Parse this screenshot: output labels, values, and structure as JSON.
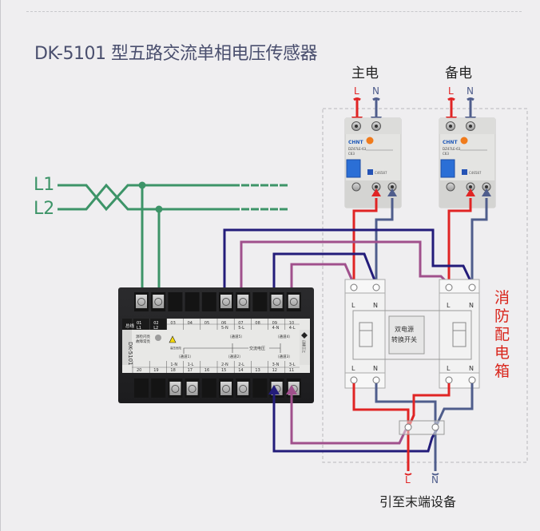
{
  "title": "DK-5101 型五路交流单相电压传感器",
  "colors": {
    "background": "#efeef0",
    "live_wire": "#e02424",
    "neutral_wire": "#4f5d8c",
    "bus_wire": "#3d9468",
    "channel_n_wire": "#231c7a",
    "channel_l_wire": "#a0508c",
    "cabinet_label": "#d9261c"
  },
  "bus": {
    "l1_label": "L1",
    "l2_label": "L2"
  },
  "sources": {
    "main": {
      "label": "主电",
      "l": "L",
      "n": "N"
    },
    "backup": {
      "label": "备电",
      "l": "L",
      "n": "N"
    }
  },
  "breaker": {
    "brand": "CHNT",
    "model": "DZ47LE-63",
    "rating": "C63",
    "label2": "C46587"
  },
  "sensor": {
    "model": "DK-5101",
    "bus_label": "总线",
    "top_terminals": [
      {
        "num": "01",
        "sub": "L1"
      },
      {
        "num": "02",
        "sub": "L2"
      },
      {
        "num": "03",
        "sub": ""
      },
      {
        "num": "04",
        "sub": ""
      },
      {
        "num": "05",
        "sub": ""
      },
      {
        "num": "06",
        "sub": "5-N"
      },
      {
        "num": "07",
        "sub": "5-L"
      },
      {
        "num": "08",
        "sub": ""
      },
      {
        "num": "09",
        "sub": "4-N"
      },
      {
        "num": "10",
        "sub": "4-L"
      }
    ],
    "bottom_terminals": [
      {
        "num": "20",
        "sub": ""
      },
      {
        "num": "19",
        "sub": ""
      },
      {
        "num": "18",
        "sub": "1-N"
      },
      {
        "num": "17",
        "sub": "1-L"
      },
      {
        "num": "16",
        "sub": ""
      },
      {
        "num": "15",
        "sub": "2-N"
      },
      {
        "num": "14",
        "sub": "2-L"
      },
      {
        "num": "13",
        "sub": ""
      },
      {
        "num": "12",
        "sub": "3-N"
      },
      {
        "num": "11",
        "sub": "3-L"
      }
    ],
    "channel_labels": {
      "ch5": "（通道5）",
      "ch4": "（通道4）",
      "ch1": "（通道1）",
      "ch2": "（通道2）",
      "ch3": "（通道3）"
    },
    "ac_voltage_label": "交流电压",
    "indicator_text_1": "源检闪亮",
    "indicator_text_2": "故障常亮",
    "warning_text": "高压危险",
    "logo_text": "迅捷王江"
  },
  "ats": {
    "label_line1": "双电源",
    "label_line2": "转换开关",
    "top_l": "L",
    "top_n": "N",
    "bottom_l": "L",
    "bottom_n": "N"
  },
  "cabinet_label": "消防配电箱",
  "output": {
    "l": "L",
    "n": "N",
    "label": "引至末端设备"
  }
}
